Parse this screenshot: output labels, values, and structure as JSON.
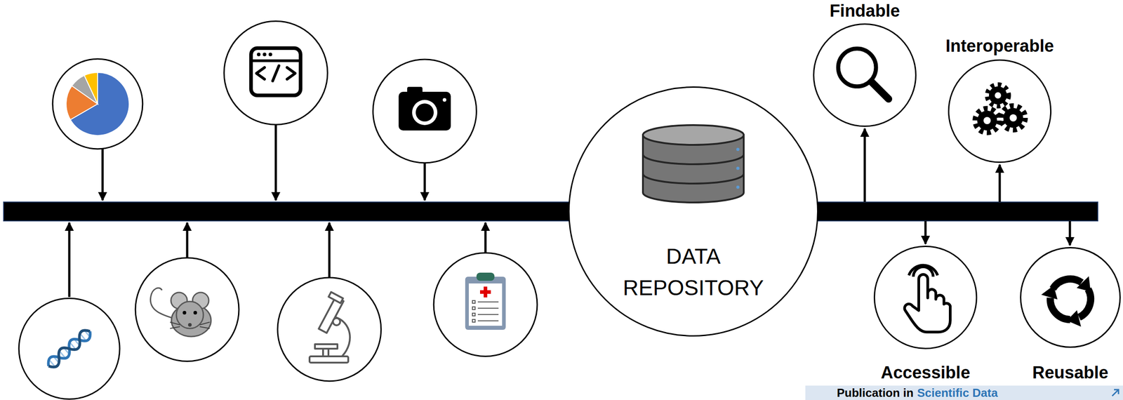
{
  "diagram": {
    "nodes": [
      {
        "text": [
          "DATA REPOSITORY"
        ]
      },
      {
        "text": [
          "Findable"
        ]
      },
      {
        "text": [
          "Accessible"
        ]
      },
      {
        "text": [
          "Interoperable"
        ]
      },
      {
        "text": [
          "Reusable"
        ]
      }
    ],
    "labels": [
      "Publication in",
      "Scientific Data"
    ]
  }
}
